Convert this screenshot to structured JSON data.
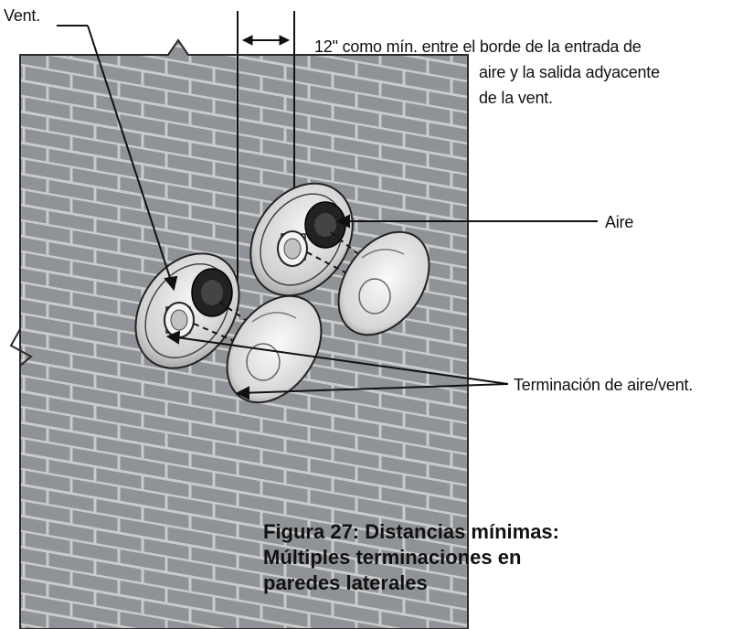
{
  "labels": {
    "vent": "Vent.",
    "clearance_line1": "12\" como mín. entre el borde de la entrada de",
    "clearance_line2": "aire y la salida adyacente",
    "clearance_line3": "de la vent.",
    "air": "Aire",
    "termination": "Terminación de aire/vent."
  },
  "caption": {
    "line1": "Figura 27: Distancias mínimas:",
    "line2": "Múltiples terminaciones en",
    "line3": "paredes laterales"
  },
  "colors": {
    "wall": "#8f9296",
    "mortar": "#c9cbcd",
    "lines": "#111111"
  }
}
